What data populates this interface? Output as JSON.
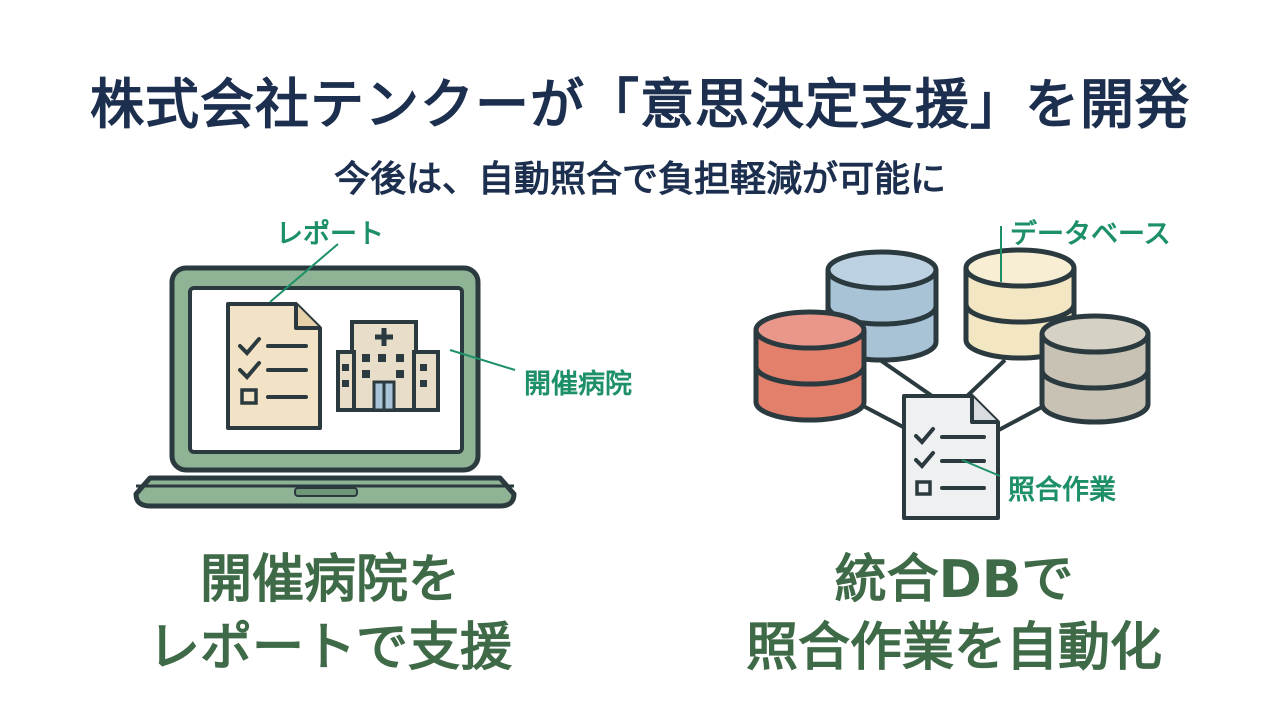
{
  "header": {
    "title": "株式会社テンクーが「意思決定支援」を開発",
    "subtitle": "今後は、自動照合で負担軽減が可能に"
  },
  "left_panel": {
    "callout_report": "レポート",
    "callout_hospital": "開催病院",
    "caption_line1": "開催病院を",
    "caption_line2": "レポートで支援"
  },
  "right_panel": {
    "callout_database": "データベース",
    "callout_matching": "照合作業",
    "caption_line1": "統合DBで",
    "caption_line2": "照合作業を自動化"
  },
  "colors": {
    "title_navy": "#1d2f4e",
    "callout_green": "#1e9068",
    "caption_green": "#3f6a48",
    "laptop_green": "#8fb395",
    "db_red": "#e2806c",
    "db_blue": "#a9c3d6",
    "db_cream": "#f3e6c3",
    "db_gray": "#c8c2b4"
  }
}
